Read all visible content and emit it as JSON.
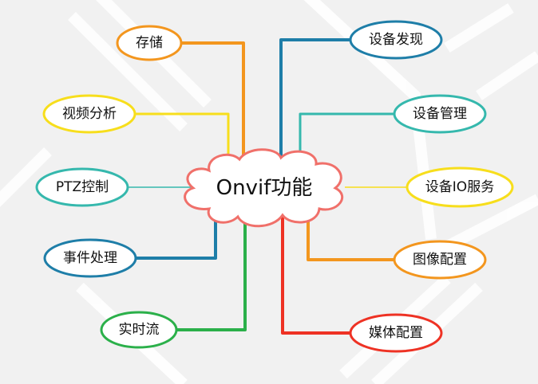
{
  "center": {
    "label": "Onvif功能",
    "color": "#f0706a",
    "fill": "#ffffff"
  },
  "nodes": [
    {
      "id": "storage",
      "label": "存储",
      "color": "#f3961e"
    },
    {
      "id": "video-analysis",
      "label": "视频分析",
      "color": "#f7de1c"
    },
    {
      "id": "ptz-control",
      "label": "PTZ控制",
      "color": "#35b8ad"
    },
    {
      "id": "event-handling",
      "label": "事件处理",
      "color": "#1e7ea8"
    },
    {
      "id": "realtime-stream",
      "label": "实时流",
      "color": "#2bb04a"
    },
    {
      "id": "device-discovery",
      "label": "设备发现",
      "color": "#1e7ea8"
    },
    {
      "id": "device-management",
      "label": "设备管理",
      "color": "#35b8ad"
    },
    {
      "id": "device-io-service",
      "label": "设备IO服务",
      "color": "#f7de1c"
    },
    {
      "id": "image-config",
      "label": "图像配置",
      "color": "#f3961e"
    },
    {
      "id": "media-config",
      "label": "媒体配置",
      "color": "#ee3224"
    }
  ]
}
